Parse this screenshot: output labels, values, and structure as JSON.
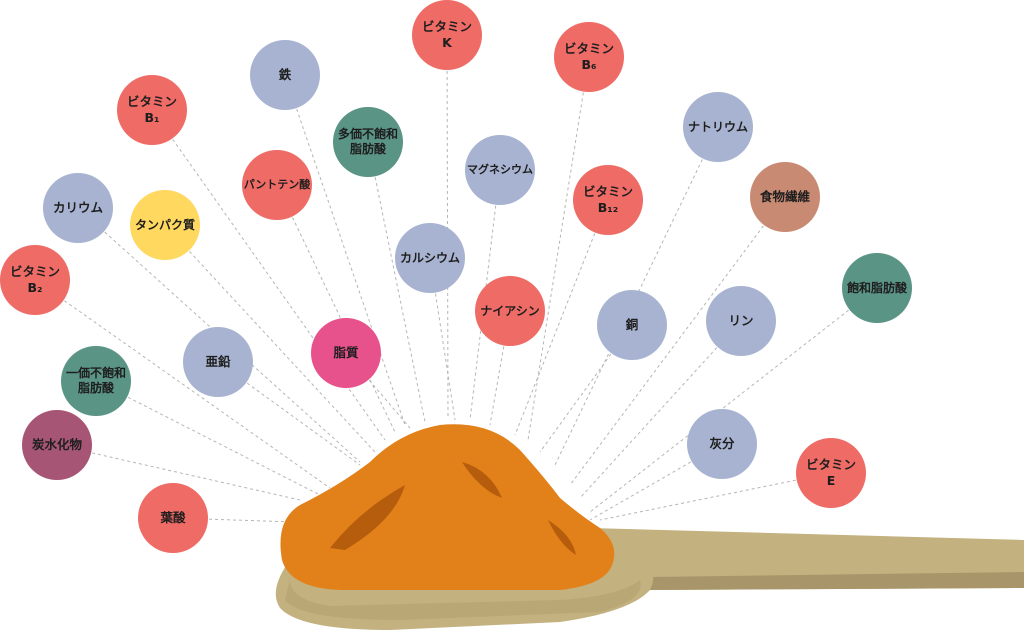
{
  "diagram": {
    "colors": {
      "red": "#ee6b66",
      "blue": "#a7b3d0",
      "teal": "#5a9485",
      "yellow": "#ffd860",
      "pink": "#e8528c",
      "plum": "#a65574",
      "brown": "#c98a74",
      "connector": "#b5b5b5",
      "turmeric": "#e2811a",
      "turmeric_dark": "#b55d0c",
      "spoon": "#c3b180",
      "spoon_dark": "#a8966a"
    },
    "nutrients": [
      {
        "id": "vitamin-k",
        "line1": "ビタミン",
        "line2": "K",
        "color": "red"
      },
      {
        "id": "vitamin-b6",
        "line1": "ビタミン",
        "line2": "B₆",
        "color": "red"
      },
      {
        "id": "iron",
        "line1": "鉄",
        "line2": "",
        "color": "blue"
      },
      {
        "id": "vitamin-b1",
        "line1": "ビタミン",
        "line2": "B₁",
        "color": "red"
      },
      {
        "id": "polyunsaturated",
        "line1": "多価不飽和",
        "line2": "脂肪酸",
        "color": "teal"
      },
      {
        "id": "sodium",
        "line1": "ナトリウム",
        "line2": "",
        "color": "blue"
      },
      {
        "id": "magnesium",
        "line1": "マグネシウム",
        "line2": "",
        "color": "blue"
      },
      {
        "id": "pantothenic",
        "line1": "パントテン酸",
        "line2": "",
        "color": "red"
      },
      {
        "id": "dietary-fiber",
        "line1": "食物繊維",
        "line2": "",
        "color": "brown"
      },
      {
        "id": "vitamin-b12",
        "line1": "ビタミン",
        "line2": "B₁₂",
        "color": "red"
      },
      {
        "id": "potassium",
        "line1": "カリウム",
        "line2": "",
        "color": "blue"
      },
      {
        "id": "protein",
        "line1": "タンパク質",
        "line2": "",
        "color": "yellow"
      },
      {
        "id": "calcium",
        "line1": "カルシウム",
        "line2": "",
        "color": "blue"
      },
      {
        "id": "vitamin-b2",
        "line1": "ビタミン",
        "line2": "B₂",
        "color": "red"
      },
      {
        "id": "saturated",
        "line1": "飽和脂肪酸",
        "line2": "",
        "color": "teal"
      },
      {
        "id": "niacin",
        "line1": "ナイアシン",
        "line2": "",
        "color": "red"
      },
      {
        "id": "copper",
        "line1": "銅",
        "line2": "",
        "color": "blue"
      },
      {
        "id": "phosphorus",
        "line1": "リン",
        "line2": "",
        "color": "blue"
      },
      {
        "id": "lipid",
        "line1": "脂質",
        "line2": "",
        "color": "pink"
      },
      {
        "id": "zinc",
        "line1": "亜鉛",
        "line2": "",
        "color": "blue"
      },
      {
        "id": "monounsaturated",
        "line1": "一価不飽和",
        "line2": "脂肪酸",
        "color": "teal"
      },
      {
        "id": "carbohydrate",
        "line1": "炭水化物",
        "line2": "",
        "color": "plum"
      },
      {
        "id": "ash",
        "line1": "灰分",
        "line2": "",
        "color": "blue"
      },
      {
        "id": "vitamin-e",
        "line1": "ビタミン",
        "line2": "E",
        "color": "red"
      },
      {
        "id": "folic-acid",
        "line1": "葉酸",
        "line2": "",
        "color": "red"
      }
    ]
  }
}
